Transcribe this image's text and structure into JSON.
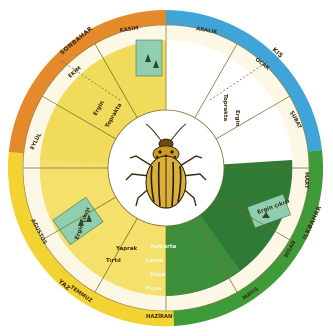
{
  "seasons": {
    "sonbahar": "SONBAHAR",
    "kis": "KIŞ",
    "ilkbahar": "İLKBAHAR",
    "yaz": "YAZ"
  },
  "months": {
    "kasim": "KASIM",
    "aralik": "ARALIK",
    "ocak": "OCAK",
    "subat": "ŞUBAT",
    "mart": "MART",
    "nisan": "NİSAN",
    "mayis": "MAYIS",
    "haziran": "HAZİRAN",
    "temmuz": "TEMMUZ",
    "agustos": "AĞUSTOS",
    "eylul": "EYLÜL",
    "ekim": "EKİM"
  },
  "stages": {
    "winter_1": "Toprakta",
    "winter_2": "Ergin",
    "autumn_1": "Toprakta",
    "autumn_2": "Ergin",
    "spring_exit": "Ergin çıkışı",
    "summer_hatch": "Ergin çıkışı",
    "feeding_1": "Yaprak",
    "feeding_2": "Tırtıl",
    "egg_1": "Yumurta",
    "egg_2": "Larva",
    "pupa_1": "Pupa",
    "pupa_2": "Pupa"
  },
  "colors": {
    "autumn": "#e58a2a",
    "winter": "#3fa5d8",
    "spring": "#3f9b3a",
    "summer": "#f2d332",
    "yellow_sector": "#f0dc5a",
    "green_dark": "#2f7a34",
    "green_light": "#7fc27a",
    "teal_box": "#8fcfb0"
  }
}
